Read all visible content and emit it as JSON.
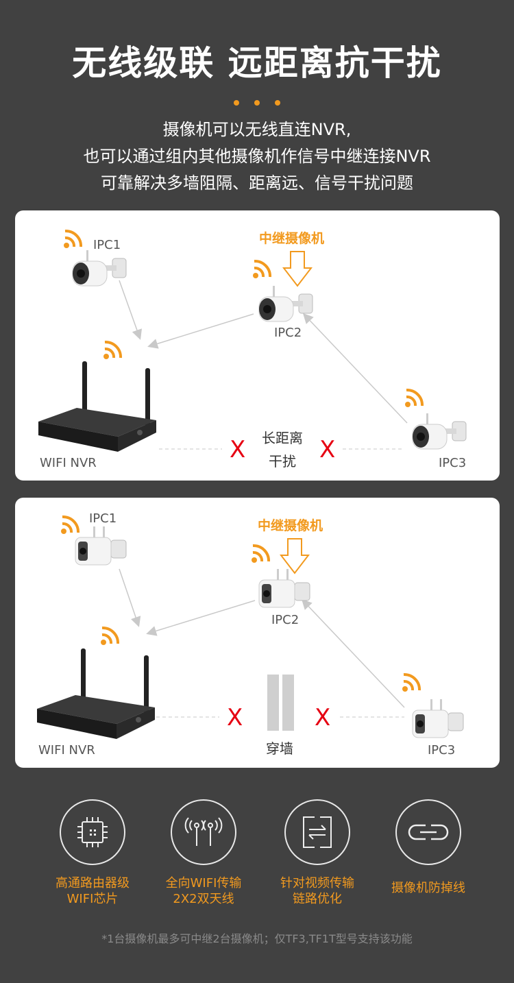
{
  "title": "无线级联 远距离抗干扰",
  "description": [
    "摄像机可以无线直连NVR,",
    "也可以通过组内其他摄像机作信号中继连接NVR",
    "可靠解决多墙阻隔、距离远、信号干扰问题"
  ],
  "colors": {
    "accent": "#f29a1f",
    "cross": "#e60012",
    "background": "#414141"
  },
  "diagram1": {
    "ipc1": "IPC1",
    "ipc2": "IPC2",
    "ipc3": "IPC3",
    "relay_label": "中继摄像机",
    "nvr_label": "WIFI NVR",
    "obstacle_line1": "长距离",
    "obstacle_line2": "干扰",
    "cross": "X"
  },
  "diagram2": {
    "ipc1": "IPC1",
    "ipc2": "IPC2",
    "ipc3": "IPC3",
    "relay_label": "中继摄像机",
    "nvr_label": "WIFI NVR",
    "obstacle_label": "穿墙",
    "cross": "X"
  },
  "features": [
    {
      "icon": "chip-icon",
      "line1": "高通路由器级",
      "line2": "WIFI芯片"
    },
    {
      "icon": "antenna-icon",
      "line1": "全向WIFI传输",
      "line2": "2X2双天线"
    },
    {
      "icon": "video-link-icon",
      "line1": "针对视频传输",
      "line2": "链路优化"
    },
    {
      "icon": "link-icon",
      "line1": "摄像机防掉线",
      "line2": ""
    }
  ],
  "footnote": "*1台摄像机最多可中继2台摄像机；仅TF3,TF1T型号支持该功能"
}
